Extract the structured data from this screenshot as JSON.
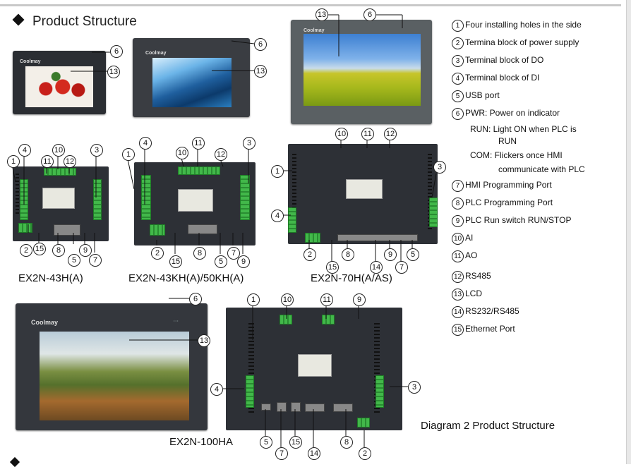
{
  "section_title": "Product Structure",
  "models": {
    "m1": "EX2N-43H(A)",
    "m2": "EX2N-43KH(A)/50KH(A)",
    "m3": "EX2N-70H(A/AS)",
    "m4": "EX2N-100HA"
  },
  "brand": "Coolmay",
  "caption": "Diagram 2   Product Structure",
  "callout_numbers": {
    "n1": "1",
    "n2": "2",
    "n3": "3",
    "n4": "4",
    "n5": "5",
    "n6": "6",
    "n7": "7",
    "n8": "8",
    "n9": "9",
    "n10": "10",
    "n11": "11",
    "n12": "12",
    "n13": "13",
    "n14": "14",
    "n15": "15"
  },
  "legend": [
    {
      "num": "1",
      "text": "Four installing holes in the side"
    },
    {
      "num": "2",
      "text": "Termina block of power supply"
    },
    {
      "num": "3",
      "text": "Terminal block of DO"
    },
    {
      "num": "4",
      "text": "Terminal block of DI"
    },
    {
      "num": "5",
      "text": "USB port"
    },
    {
      "num": "6",
      "text": "PWR: Power on indicator"
    },
    {
      "num": "",
      "text": "RUN: Light ON when PLC is"
    },
    {
      "num": "",
      "text": "RUN"
    },
    {
      "num": "",
      "text": "COM: Flickers once HMI"
    },
    {
      "num": "",
      "text": "communicate with PLC"
    },
    {
      "num": "7",
      "text": "HMI Programming Port"
    },
    {
      "num": "8",
      "text": "PLC Programming  Port"
    },
    {
      "num": "9",
      "text": "PLC Run switch  RUN/STOP"
    },
    {
      "num": "10",
      "text": "AI"
    },
    {
      "num": "11",
      "text": "AO"
    },
    {
      "num": "12",
      "text": "RS485"
    },
    {
      "num": "13",
      "text": "LCD"
    },
    {
      "num": "14",
      "text": "RS232/RS485"
    },
    {
      "num": "15",
      "text": "Ethernet Port"
    }
  ]
}
